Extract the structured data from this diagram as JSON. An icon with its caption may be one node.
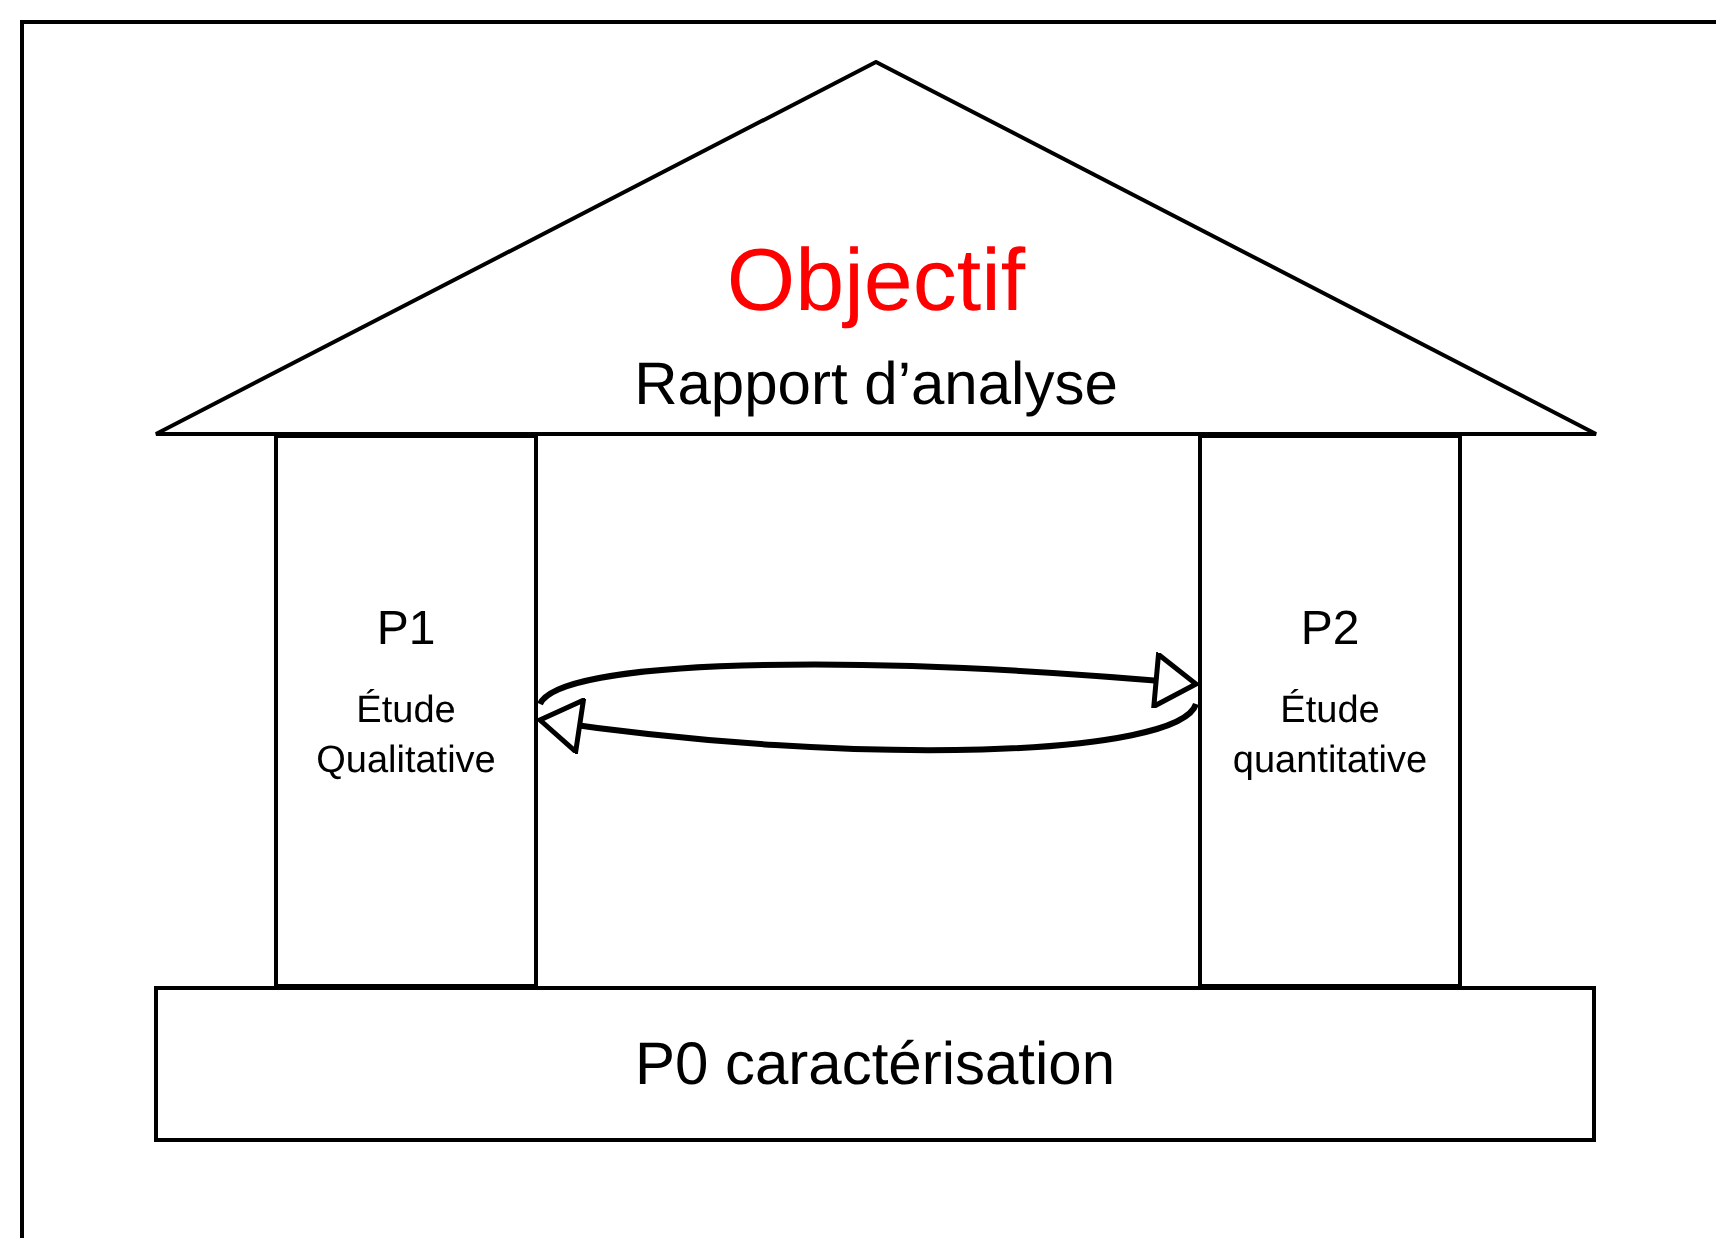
{
  "diagram": {
    "nodes": [
      {
        "text": [
          "Objectif",
          "Rapport d’analyse"
        ]
      },
      {
        "text": [
          "P1",
          "Étude Qualitative"
        ]
      },
      {
        "text": [
          "P2",
          "Étude quantitative"
        ]
      },
      {
        "text": [
          "P0 caractérisation"
        ]
      }
    ],
    "edges": [
      {
        "from": 1,
        "to": 2,
        "arrow": "to"
      },
      {
        "from": 2,
        "to": 1,
        "arrow": "to"
      }
    ]
  }
}
